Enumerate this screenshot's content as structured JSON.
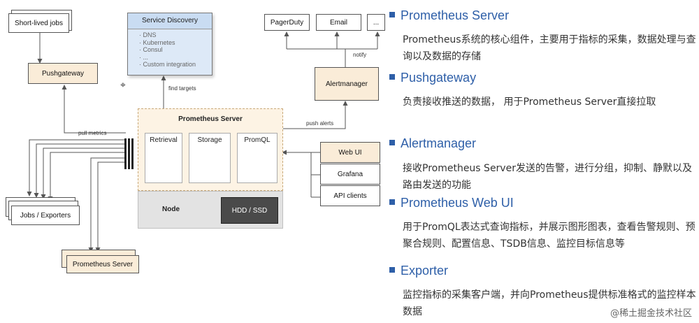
{
  "diagram": {
    "short_lived_jobs": "Short-lived jobs",
    "pushgateway": "Pushgateway",
    "service_discovery": {
      "title": "Service Discovery",
      "items": [
        "DNS",
        "Kubernetes",
        "Consul",
        "...",
        "Custom integration"
      ]
    },
    "find_targets": "find targets",
    "pull_metrics": "pull metrics",
    "jobs_exporters": "Jobs / Exporters",
    "prometheus_server_box": "Prometheus Server",
    "prometheus_server_title": "Prometheus Server",
    "retrieval": "Retrieval",
    "storage": "Storage",
    "promql": "PromQL",
    "node": "Node",
    "hdd": "HDD / SSD",
    "pagerduty": "PagerDuty",
    "email": "Email",
    "ellipsis": "...",
    "notify": "notify",
    "alertmanager": "Alertmanager",
    "push_alerts": "push alerts",
    "web_ui": "Web UI",
    "grafana": "Grafana",
    "api_clients": "API clients"
  },
  "sections": [
    {
      "title": "Prometheus Server",
      "desc": "Prometheus系统的核心组件，主要用于指标的采集，数据处理与查询以及数据的存储"
    },
    {
      "title": "Pushgateway",
      "desc": "负责接收推送的数据， 用于Prometheus Server直接拉取"
    },
    {
      "title": "Alertmanager",
      "desc": "接收Prometheus Server发送的告警，进行分组，抑制、静默以及路由发送的功能"
    },
    {
      "title": "Prometheus Web UI",
      "desc": "用于PromQL表达式查询指标，并展示图形图表，查看告警规则、预聚合规则、配置信息、TSDB信息、监控目标信息等"
    },
    {
      "title": "Exporter",
      "desc": "监控指标的采集客户端，并向Prometheus提供标准格式的监控样本数据"
    }
  ],
  "watermark": "@稀土掘金技术社区",
  "colors": {
    "accent": "#2e5fa8",
    "beige": "#faecd8",
    "blue_box": "#dde9f7",
    "node_gray": "#e3e3e3",
    "hdd": "#4a4a4a"
  },
  "icons": [
    "cursor-icon"
  ]
}
